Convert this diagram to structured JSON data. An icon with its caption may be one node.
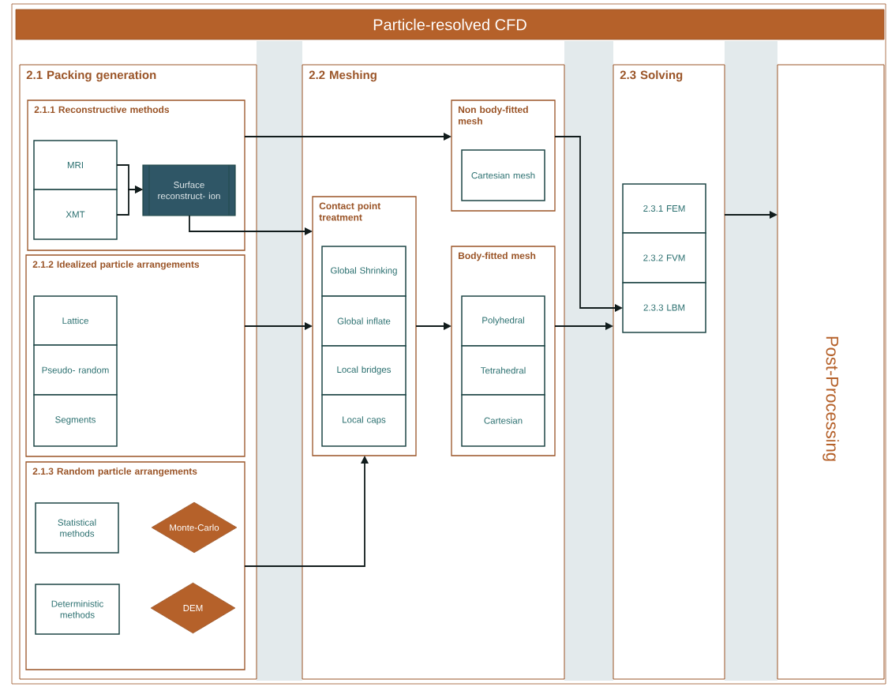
{
  "diagram": {
    "nodes": [
      {
        "text": [
          "Particle-resolved CFD"
        ]
      },
      {
        "text": [
          "2.1 Packing generation"
        ]
      },
      {
        "text": [
          "2.1.1 Reconstructive methods"
        ],
        "in": 1
      },
      {
        "text": [
          "MRI"
        ],
        "in": 2
      },
      {
        "text": [
          "XMT"
        ],
        "in": 2
      },
      {
        "text": [
          "Surface reconstruct- ion"
        ],
        "in": 2
      },
      {
        "text": [
          "2.1.2 Idealized particle arrangements"
        ],
        "in": 1
      },
      {
        "text": [
          "Lattice"
        ],
        "in": 6
      },
      {
        "text": [
          "Pseudo- random"
        ],
        "in": 6
      },
      {
        "text": [
          "Segments"
        ],
        "in": 6
      },
      {
        "text": [
          "2.1.3 Random particle arrangements"
        ],
        "in": 1
      },
      {
        "text": [
          "Statistical methods"
        ],
        "in": 10
      },
      {
        "text": [
          "Monte-Carlo"
        ],
        "in": 10
      },
      {
        "text": [
          "Deterministic methods"
        ],
        "in": 10
      },
      {
        "text": [
          "DEM"
        ],
        "in": 10
      },
      {
        "text": [
          "2.2 Meshing"
        ]
      },
      {
        "text": [
          "Contact point treatment"
        ],
        "in": 15
      },
      {
        "text": [
          "Global Shrinking"
        ],
        "in": 16
      },
      {
        "text": [
          "Global inflate"
        ],
        "in": 16
      },
      {
        "text": [
          "Local bridges"
        ],
        "in": 16
      },
      {
        "text": [
          "Local caps"
        ],
        "in": 16
      },
      {
        "text": [
          "Non body-fitted mesh"
        ],
        "in": 15
      },
      {
        "text": [
          "Cartesian mesh"
        ],
        "in": 21
      },
      {
        "text": [
          "Body-fitted mesh"
        ],
        "in": 15
      },
      {
        "text": [
          "Polyhedral"
        ],
        "in": 23
      },
      {
        "text": [
          "Tetrahedral"
        ],
        "in": 23
      },
      {
        "text": [
          "Cartesian"
        ],
        "in": 23
      },
      {
        "text": [
          "2.3 Solving"
        ]
      },
      {
        "text": [
          "2.3.1 FEM"
        ],
        "in": 27
      },
      {
        "text": [
          "2.3.2 FVM"
        ],
        "in": 27
      },
      {
        "text": [
          "2.3.3 LBM"
        ],
        "in": 27
      },
      {
        "text": [
          "Post-Processing"
        ]
      }
    ],
    "edges": [
      {
        "from": 2,
        "to": 21,
        "arrow": "to"
      },
      {
        "from": 3,
        "to": 5,
        "arrow": "to"
      },
      {
        "from": 4,
        "to": 5,
        "arrow": "to"
      },
      {
        "from": 5,
        "to": 16,
        "arrow": "to"
      },
      {
        "from": 6,
        "to": 16,
        "arrow": "to"
      },
      {
        "from": 10,
        "to": 16,
        "arrow": "to"
      },
      {
        "from": 16,
        "to": 23,
        "arrow": "to"
      },
      {
        "from": 23,
        "to": 27,
        "arrow": "to"
      },
      {
        "from": 21,
        "to": 30,
        "arrow": "to"
      },
      {
        "from": 27,
        "to": 31,
        "arrow": "to"
      }
    ]
  }
}
